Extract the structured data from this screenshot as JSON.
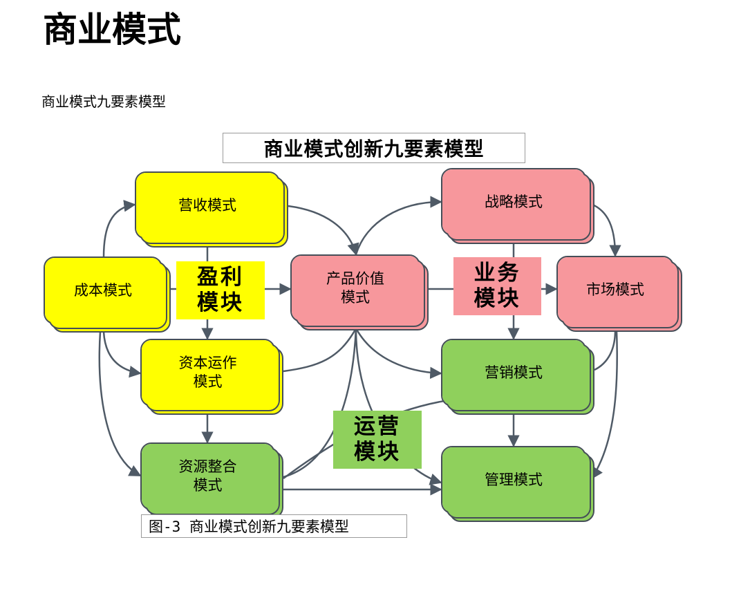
{
  "page": {
    "title": "商业模式",
    "subtitle": "商业模式九要素模型"
  },
  "diagram": {
    "title": "商业模式创新九要素模型",
    "caption": "图-3 商业模式创新九要素模型",
    "colors": {
      "yellow": "#ffff00",
      "pink": "#f7979c",
      "green": "#8fd05c",
      "border": "#454e58",
      "connector": "#4f5a66"
    },
    "nodes": {
      "revenue": "营收模式",
      "cost": "成本模式",
      "capital": "资本运作\n模式",
      "resource": "资源整合\n模式",
      "product": "产品价值\n模式",
      "strategy": "战略模式",
      "market": "市场模式",
      "marketing": "营销模式",
      "management": "管理模式"
    },
    "modules": {
      "profit": "盈利\n模块",
      "business": "业务\n模块",
      "operation": "运营\n模块"
    }
  }
}
